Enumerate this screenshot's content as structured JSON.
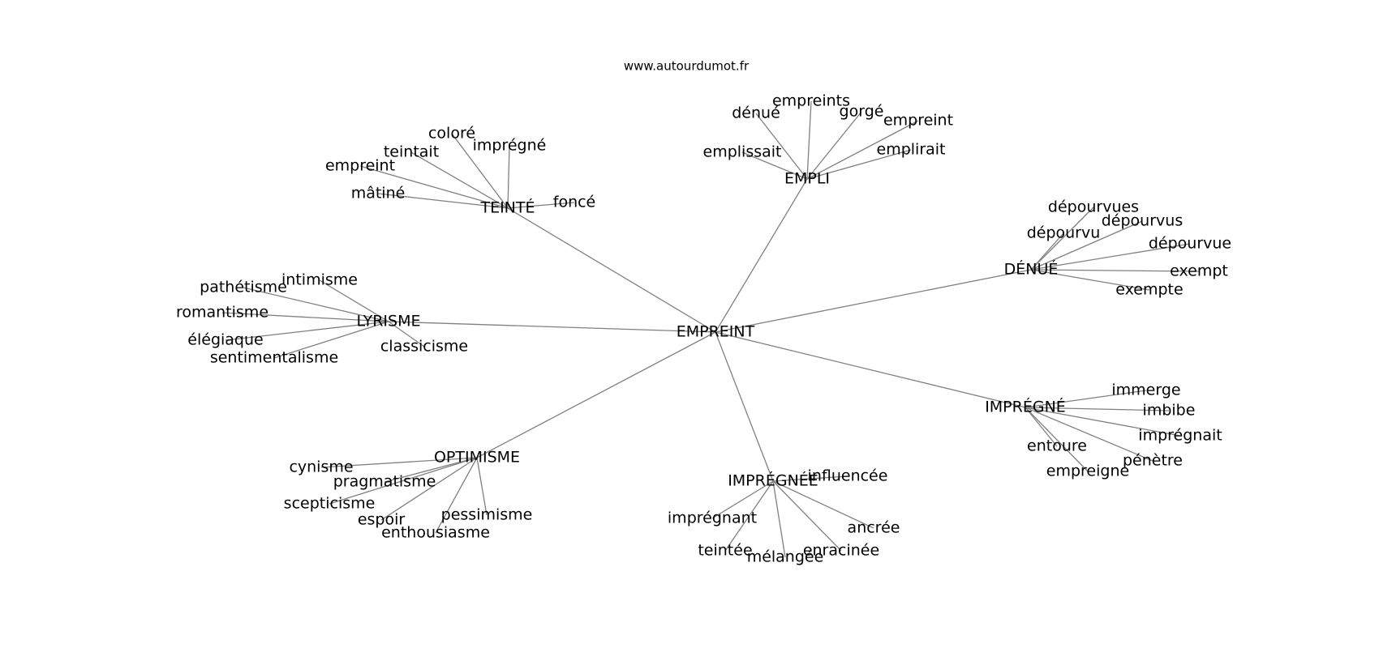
{
  "watermark": "www.autourdumot.fr",
  "center": {
    "id": "c",
    "label": "EMPREINT"
  },
  "clusters": [
    {
      "id": "empli",
      "label": "EMPLI",
      "leaves": [
        "empreints",
        "dénué",
        "gorgé",
        "empreint",
        "emplissait",
        "emplirait"
      ]
    },
    {
      "id": "teinte",
      "label": "TEINTÉ",
      "leaves": [
        "coloré",
        "imprégné",
        "teintait",
        "empreint",
        "mâtiné",
        "foncé"
      ]
    },
    {
      "id": "denue",
      "label": "DÉNUÉ",
      "leaves": [
        "dépourvues",
        "dépourvus",
        "dépourvu",
        "dépourvue",
        "exempt",
        "exempte"
      ]
    },
    {
      "id": "lyrisme",
      "label": "LYRISME",
      "leaves": [
        "intimisme",
        "pathétisme",
        "romantisme",
        "élégiaque",
        "sentimentalisme",
        "classicisme"
      ]
    },
    {
      "id": "impregne",
      "label": "IMPRÉGNÉ",
      "leaves": [
        "immerge",
        "imbibe",
        "imprégnait",
        "entoure",
        "pénètre",
        "empreigne"
      ]
    },
    {
      "id": "optimisme",
      "label": "OPTIMISME",
      "leaves": [
        "cynisme",
        "pragmatisme",
        "scepticisme",
        "espoir",
        "enthousiasme",
        "pessimisme"
      ]
    },
    {
      "id": "impregnee",
      "label": "IMPRÉGNÉE",
      "leaves": [
        "influencée",
        "imprégnant",
        "ancrée",
        "teintée",
        "mélangée",
        "enracinée"
      ]
    }
  ]
}
